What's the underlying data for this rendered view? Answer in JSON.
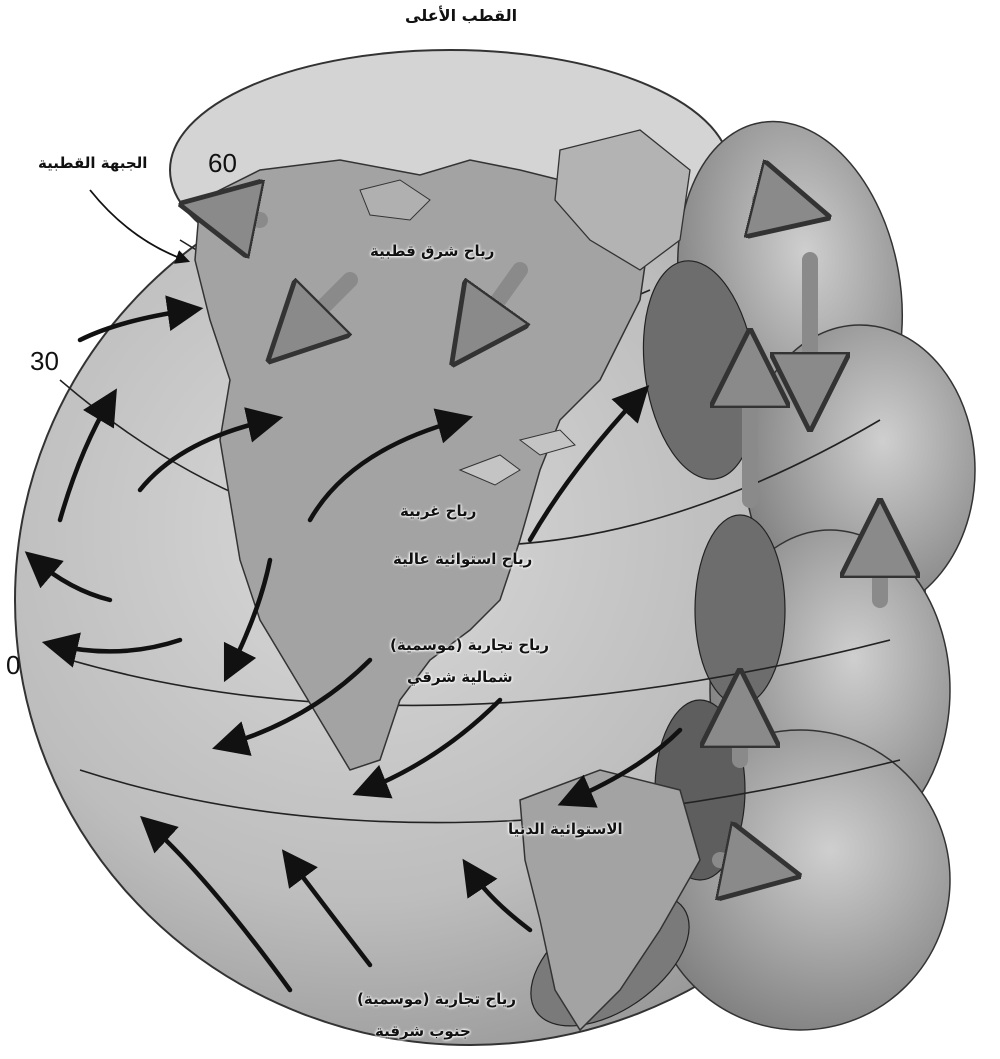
{
  "title": "القطب الأعلى",
  "latitudes": {
    "lat60": "60",
    "lat30": "30",
    "lat0": "0"
  },
  "labels": {
    "polar_front": "الجبهة القطبية",
    "polar_easterlies": "رياح شرق قطبية",
    "westerlies": "رياح غربية",
    "high_subtropics": "رياح استوائية عالية",
    "ne_trades_line1": "رياح تجارية (موسمية)",
    "ne_trades_line2": "شمالية شرقي",
    "low_equatorial": "الاستوائية الدنيا",
    "se_trades_line1": "رياح تجارية (موسمية)",
    "se_trades_line2": "جنوب شرقية"
  },
  "colors": {
    "globe": "#b9b9b9",
    "land": "#9c9c9c",
    "arrow": "#111111",
    "cell": "#6f6f6f"
  }
}
